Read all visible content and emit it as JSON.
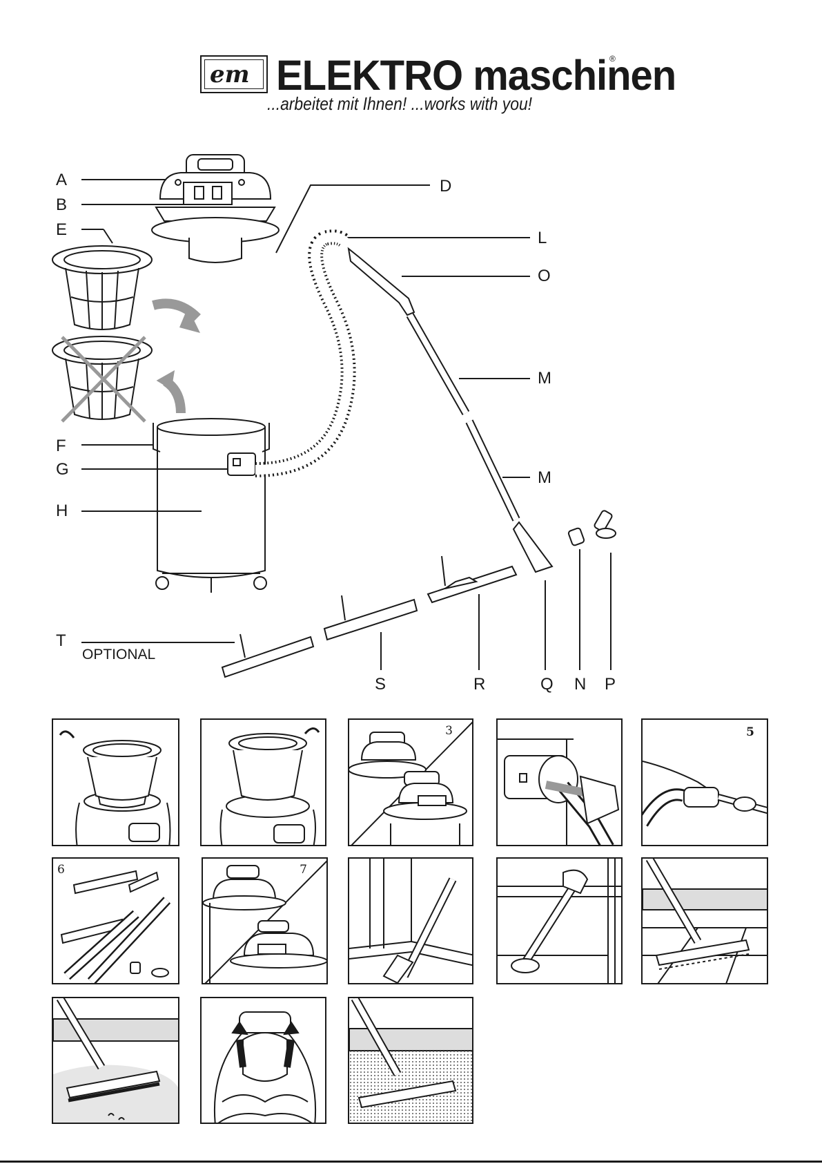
{
  "header": {
    "logo_mark": "em",
    "brand_name": "ELEKTRO maschinen",
    "registered_mark": "®",
    "tagline": "...arbeitet mit Ihnen! ...works with you!"
  },
  "parts": {
    "A": "A",
    "B": "B",
    "D": "D",
    "E": "E",
    "F": "F",
    "G": "G",
    "H": "H",
    "L": "L",
    "O": "O",
    "M1": "M",
    "M2": "M",
    "T": "T",
    "S": "S",
    "R": "R",
    "Q": "Q",
    "N": "N",
    "P": "P",
    "optional": "OPTIONAL"
  },
  "panels": {
    "p3": "3",
    "p5": "5",
    "p6": "6",
    "p7": "7"
  }
}
